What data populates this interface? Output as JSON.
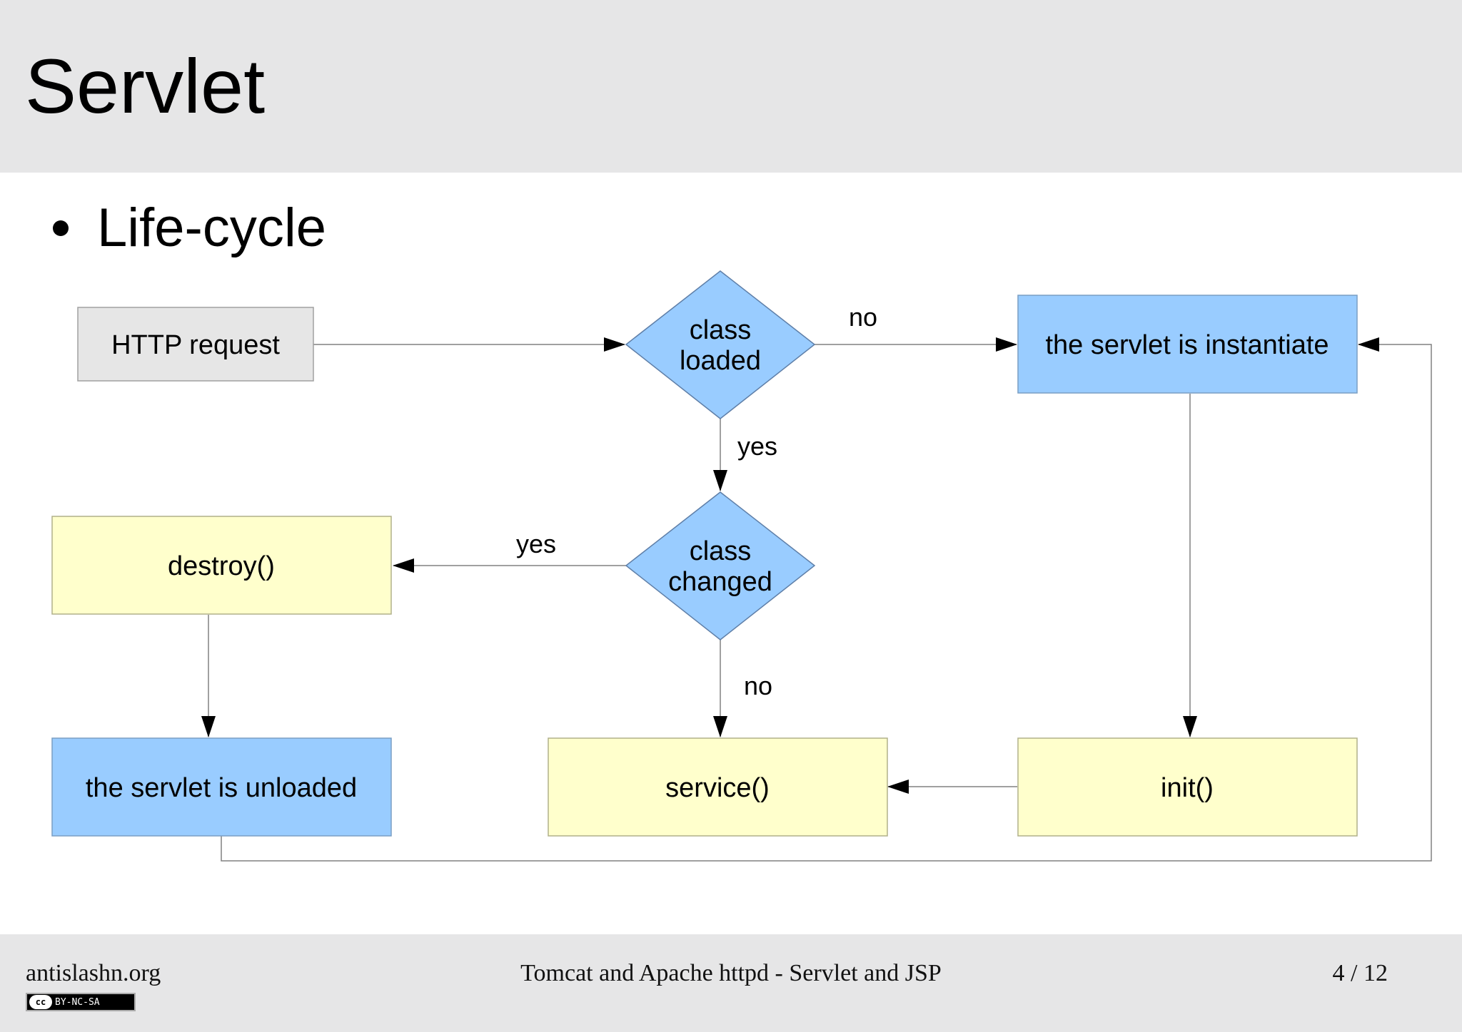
{
  "slide": {
    "title": "Servlet",
    "bullet": "Life-cycle"
  },
  "diagram": {
    "nodes": {
      "http_request": "HTTP request",
      "class_loaded": [
        "class",
        "loaded"
      ],
      "instantiate": "the servlet is instantiate",
      "class_changed": [
        "class",
        "changed"
      ],
      "destroy": "destroy()",
      "unloaded": "the servlet is unloaded",
      "service": "service()",
      "init": "init()"
    },
    "edge_labels": {
      "loaded_no": "no",
      "loaded_yes": "yes",
      "changed_yes": "yes",
      "changed_no": "no"
    },
    "colors": {
      "gray_box": "#e6e6e6",
      "blue_box": "#99ccff",
      "yellow_box": "#ffffcc",
      "line": "#808080"
    }
  },
  "footer": {
    "site": "antislashn.org",
    "subtitle": "Tomcat and Apache httpd - Servlet and JSP",
    "page": "4 / 12",
    "license_badge": "BY-NC-SA",
    "license_cc": "cc"
  }
}
